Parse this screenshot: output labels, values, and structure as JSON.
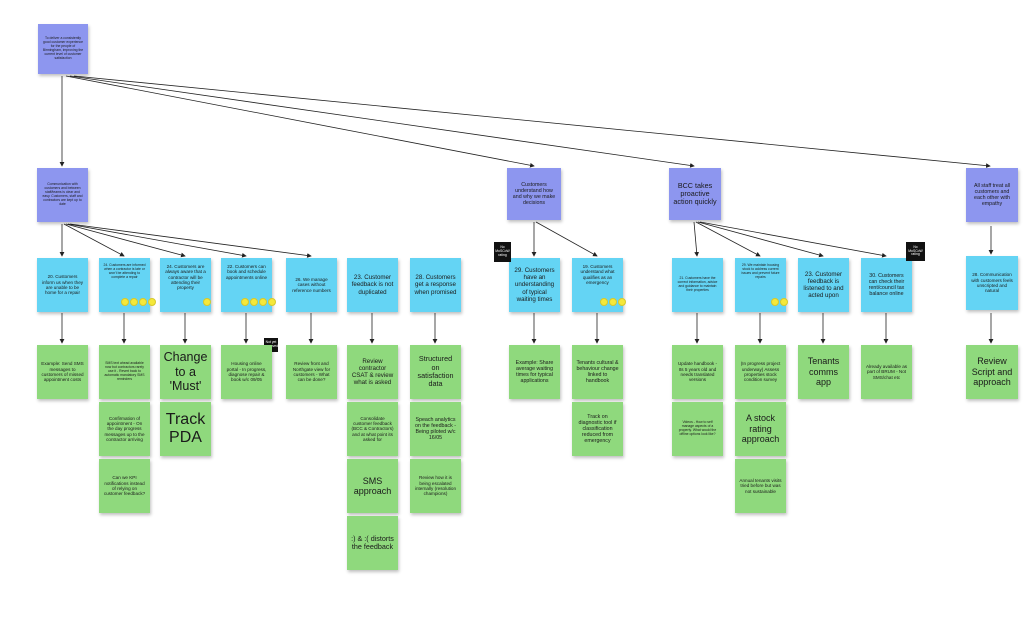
{
  "root": {
    "text": "To deliver a consistently good customer experience for the people of Birmingham, improving the current level of customer satisfaction"
  },
  "themes": [
    {
      "text": "Communication with customers and between staff/teams is clear and easy. Customers, staff and contractors are kept up to date"
    },
    {
      "text": "Customers understand how and why we make decisions"
    },
    {
      "text": "BCC takes proactive action quickly"
    },
    {
      "text": "All staff treat all customers and each other with empathy"
    }
  ],
  "outcomes": [
    {
      "text": "20. Customers inform us when they are unable to be home for a repair"
    },
    {
      "text": "24. Customers are informed when a contractor is late or won't be attending to complete a repair"
    },
    {
      "text": "24. Customers are always aware that a contractor will be attending their property"
    },
    {
      "text": "22. Customers can book and schedule appointments online"
    },
    {
      "text": "26. We manage cases without reference numbers"
    },
    {
      "text": "23. Customer feedback is not duplicated"
    },
    {
      "text": "28. Customers get a response when promised"
    },
    {
      "text": "29. Customers have an understanding of typical waiting times"
    },
    {
      "text": "19. Customers understand what qualifies as an emergency"
    },
    {
      "text": "21. Customers have the correct information, advice and guidance to maintain their properties"
    },
    {
      "text": "29. We maintain housing stock to address current issues and prevent future repairs"
    },
    {
      "text": "23. Customer feedback is listened to and acted upon"
    },
    {
      "text": "30. Customers can check their rent/council tax balance online"
    },
    {
      "text": "28. Communication with customers feels unscripted and natural"
    }
  ],
  "actions": [
    {
      "text": "Example: Send SMS messages to customers of missed appointment costs"
    },
    {
      "text": "SMS text ahead available now but contractors rarely use it - Revert back to automatic mandatory SMS reminders"
    },
    {
      "text": "Confirmation of appointment - On the day progress messages up to the contractor arriving"
    },
    {
      "text": "Can we KPI notifications instead of relying on customer feedback?"
    },
    {
      "text": "Change to a 'Must'"
    },
    {
      "text": "Track PDA"
    },
    {
      "text": "Housing online portal - In progress, diagnose repair & book w/c 09/05"
    },
    {
      "text": "Review front and Northgate view for customers - What can be done?"
    },
    {
      "text": "Review contractor CSAT & review what is asked"
    },
    {
      "text": "Consolidate customer feedback (BCC & Contractors) and at what point its asked for"
    },
    {
      "text": "SMS approach"
    },
    {
      "text": ":) & :( distorts the feedback"
    },
    {
      "text": "Structured on satisfaction data"
    },
    {
      "text": "Speach analytics on the feedback - Being piloted w/c 16/05"
    },
    {
      "text": "Review how it is being escalated internally (resolution champions)"
    },
    {
      "text": "Example: Share average waiting times for typical applications"
    },
    {
      "text": "Tenants cultural & behaviour change linked to handbook"
    },
    {
      "text": "Track on diagnostic tool if classification reduced from emergency"
    },
    {
      "text": "Update handbook - Its 5 years old and needs translated versions"
    },
    {
      "text": "Videos - How to self manage aspects of a property. What would the offline options look like?"
    },
    {
      "text": "(In progress project underway) Assess properties stock condition survey"
    },
    {
      "text": "A stock rating approach"
    },
    {
      "text": "Annual tenants visits tried before but was not sustainable"
    },
    {
      "text": "Tenants comms app"
    },
    {
      "text": "Already available as part of BRUM - Not SMS/chat etc"
    },
    {
      "text": "Review Script and approach"
    }
  ],
  "tags": [
    {
      "text": "No MoSCoW rating"
    },
    {
      "text": "Not yet approved"
    },
    {
      "text": "No MoSCoW rating"
    }
  ],
  "colors": {
    "theme": "#8d96ef",
    "outcome": "#64d4f4",
    "action": "#8fd97d",
    "vote_dot": "#f5e83a",
    "tag": "#111111"
  }
}
